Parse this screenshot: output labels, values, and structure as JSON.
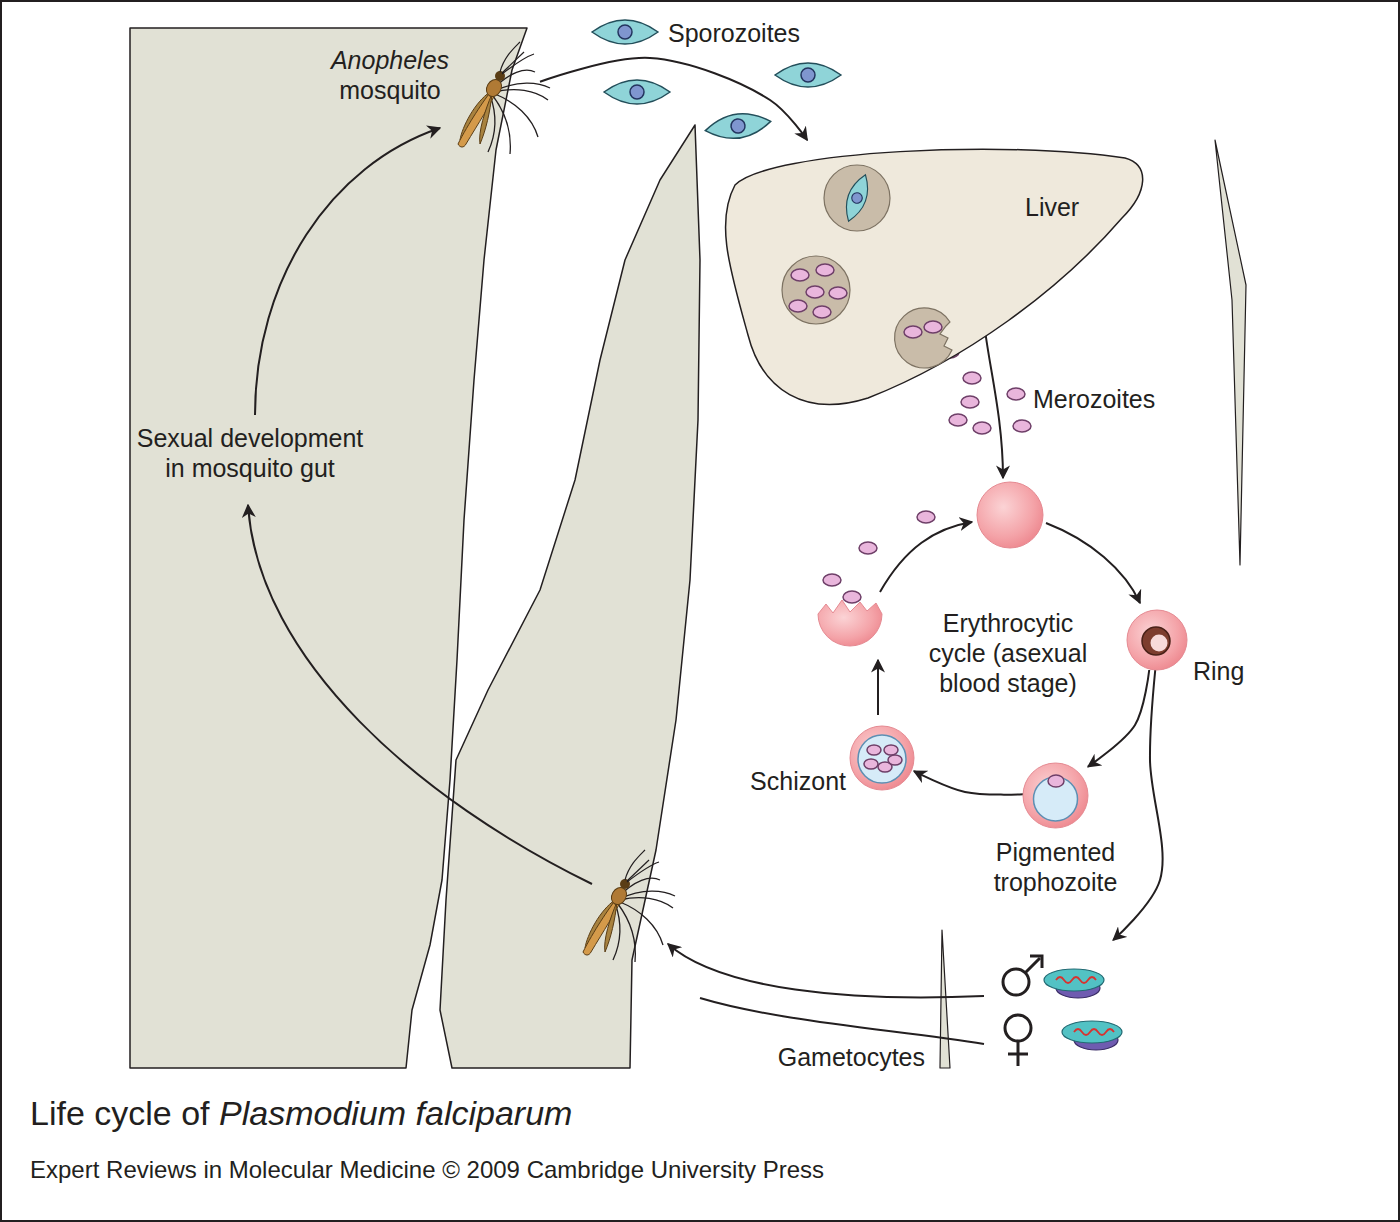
{
  "diagram": {
    "title": "Life cycle of Plasmodium falciparum",
    "caption": "Expert Reviews in Molecular Medicine © 2009 Cambridge University Press",
    "nodes": [
      {
        "text": [
          "Anopheles mosquito"
        ]
      },
      {
        "text": [
          "Liver"
        ]
      },
      {
        "text": [
          "Ring"
        ]
      },
      {
        "text": [
          "Pigmented trophozoite"
        ]
      },
      {
        "text": [
          "Schizont"
        ]
      },
      {
        "text": [
          "Gametocytes"
        ]
      }
    ],
    "edges": [
      {
        "from": 0,
        "to": 1,
        "arrow": "to",
        "label": "Sporozoites"
      },
      {
        "from": 2,
        "to": 3,
        "arrow": "to"
      },
      {
        "from": 3,
        "to": 4,
        "arrow": "to"
      },
      {
        "from": 2,
        "to": 5,
        "arrow": "to"
      }
    ],
    "labels": [
      "Merozoites",
      "Erythrocytic cycle (asexual blood stage)",
      "Sexual development in mosquito gut"
    ]
  }
}
